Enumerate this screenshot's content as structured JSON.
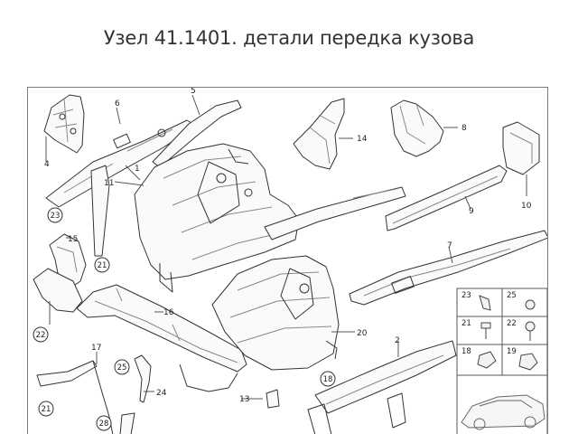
{
  "title": "Узел 41.1401. детали передка кузова",
  "callouts": {
    "c1": "1",
    "c2": "2",
    "c4": "4",
    "c5": "5",
    "c6": "6",
    "c7": "7",
    "c8": "8",
    "c9": "9",
    "c10": "10",
    "c11": "11",
    "c13": "13",
    "c14": "14",
    "c15": "15",
    "c16": "16",
    "c17": "17",
    "c18": "18",
    "c20": "20",
    "c21a": "21",
    "c21b": "21",
    "c22": "22",
    "c23": "23",
    "c24": "24",
    "c25": "25",
    "c28": "28"
  },
  "inset": {
    "a1": "23",
    "a2": "25",
    "a3": "21",
    "a4": "22",
    "a5": "18",
    "a6": "19"
  }
}
